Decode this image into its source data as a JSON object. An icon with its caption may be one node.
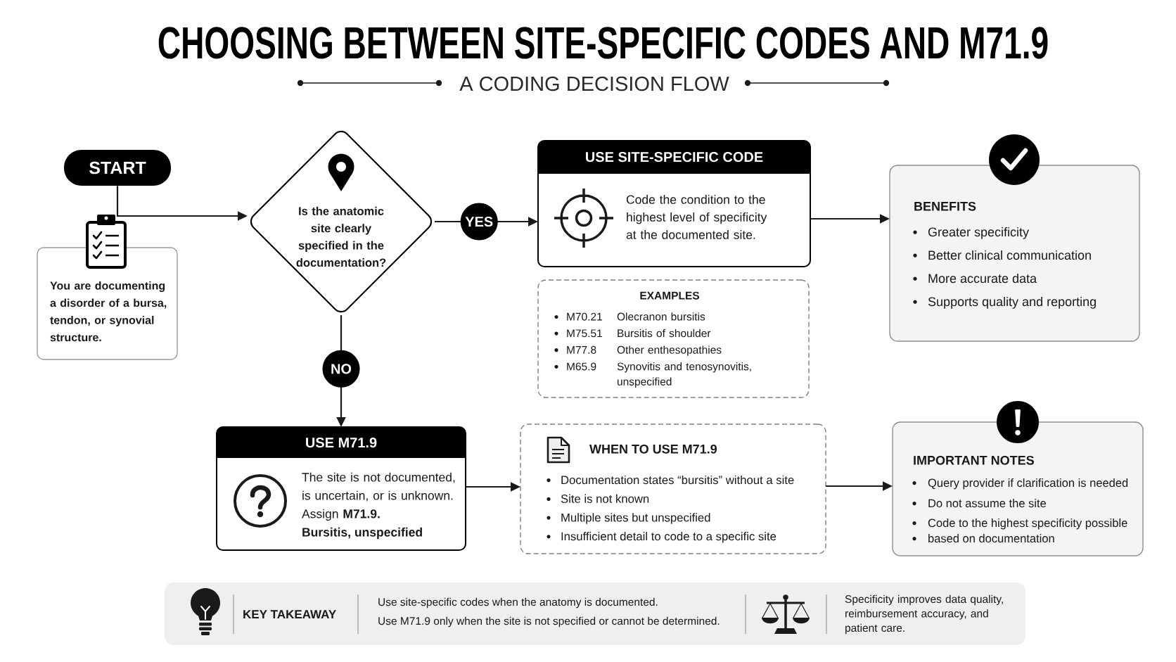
{
  "diagram": {
    "title": "CHOOSING BETWEEN SITE-SPECIFIC CODES AND M71.9",
    "nodes": [
      {
        "text": [
          "START"
        ]
      },
      {
        "text": [
          "You are documenting a disorder of a bursa, tendon, or synovial structure."
        ]
      },
      {
        "text": [
          "Is the anatomic site clearly specified in the documentation?"
        ]
      },
      {
        "text": [
          "USE SITE-SPECIFIC CODE",
          "Code the condition to the highest level of specificity at the documented site."
        ]
      },
      {
        "text": [
          "EXAMPLES",
          "M70.21",
          "Olecranon bursitis",
          "M75.51",
          "Bursitis of shoulder",
          "M77.8",
          "Other enthesopathies",
          "M65.9",
          "Synovitis and tenosynovitis, unspecified"
        ]
      },
      {
        "text": [
          "BENEFITS",
          "Greater specificity",
          "Better clinical communication",
          "More accurate data",
          "Supports quality and reporting"
        ]
      },
      {
        "text": [
          "USE M71.9",
          "The site is not documented, is uncertain, or is unknown. Assign **M71.9.**",
          "Bursitis, unspecified"
        ]
      },
      {
        "text": [
          "WHEN TO USE M71.9",
          "Documentation states “bursitis” without a site",
          "Site is not known",
          "Multiple sites but unspecified",
          "Insufficient detail to code to a specific site"
        ]
      },
      {
        "text": [
          "IMPORTANT NOTES",
          "Query provider if clarification is needed",
          "Do not assume the site",
          "Code to the highest specificity possible",
          "based on documentation"
        ]
      },
      {
        "text": [
          "KEY TAKEAWAY",
          "Use site-specific codes when the anatomy is documented.",
          "Use M71.9 only when the site is not specified or cannot be determined.",
          "Specificity improves data quality, reimbursement accuracy, and patient care."
        ]
      }
    ],
    "edges": [
      {
        "from": 0,
        "to": 2,
        "arrow": "to"
      },
      {
        "from": 2,
        "to": 3,
        "arrow": "to",
        "label": "YES"
      },
      {
        "from": 3,
        "to": 5,
        "arrow": "to"
      },
      {
        "from": 2,
        "to": 6,
        "arrow": "to",
        "label": "NO"
      },
      {
        "from": 6,
        "to": 7,
        "arrow": "to"
      },
      {
        "from": 7,
        "to": 8,
        "arrow": "to"
      }
    ],
    "labels": [
      "A CODING DECISION FLOW"
    ]
  }
}
